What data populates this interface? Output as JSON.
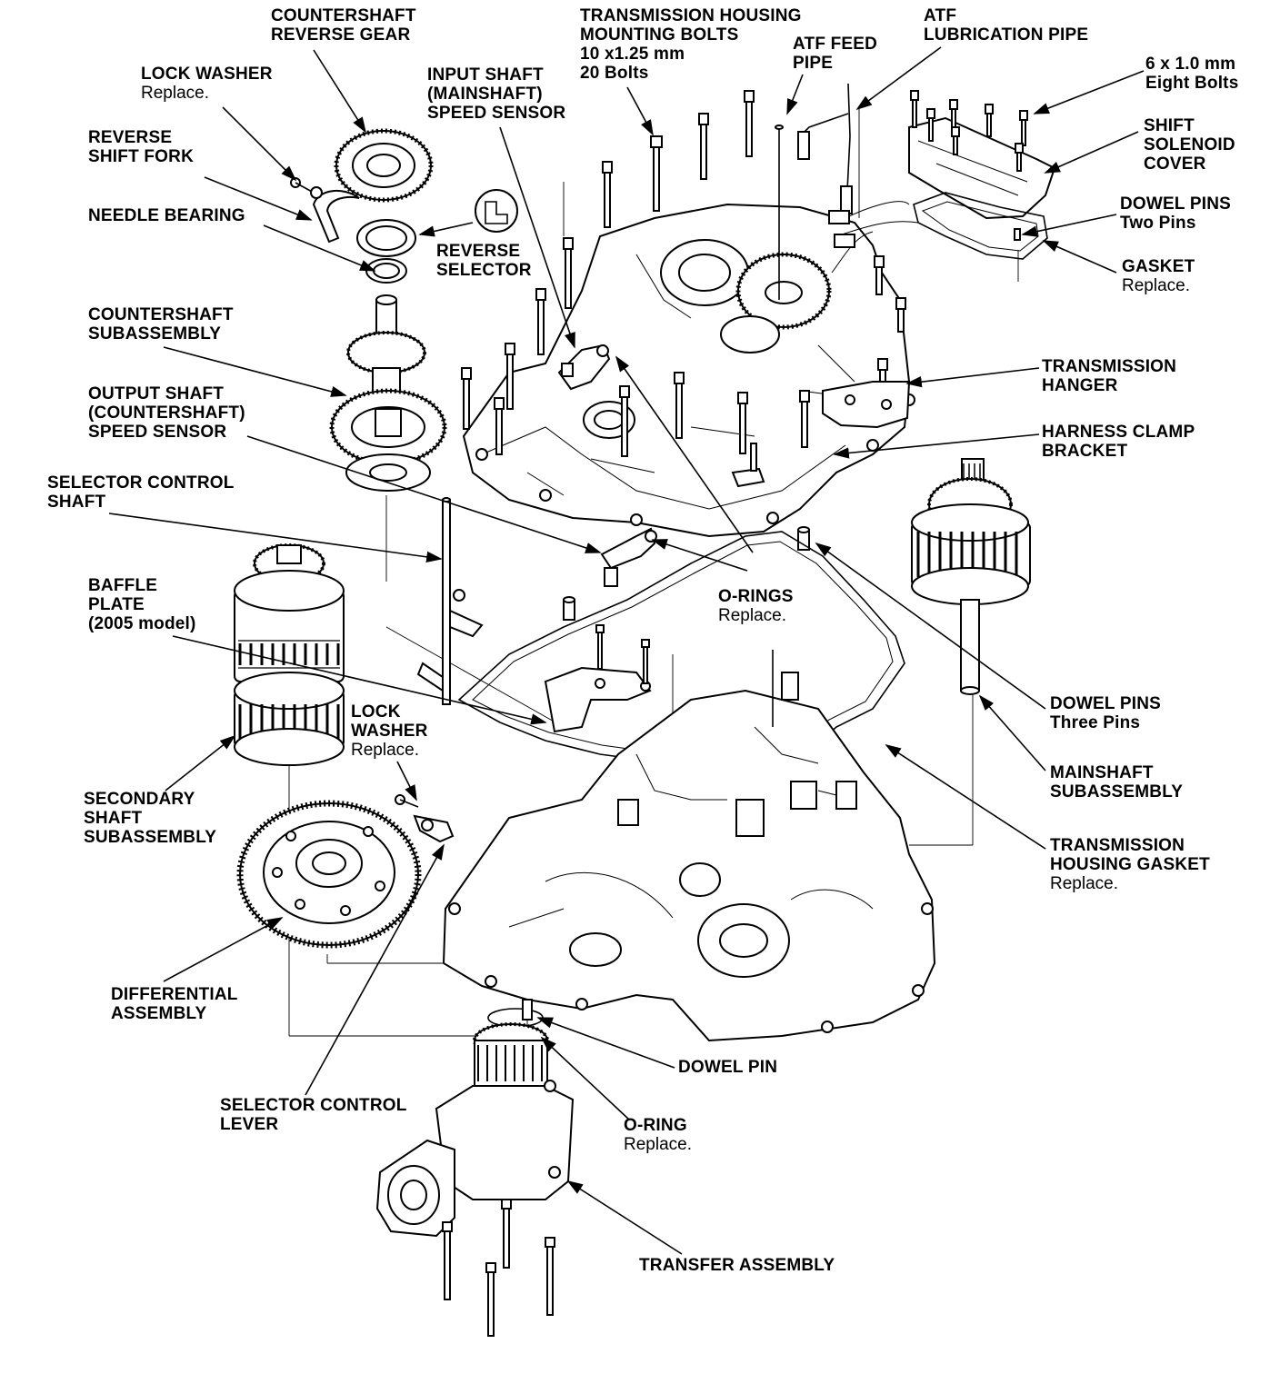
{
  "labels": {
    "countershaft_reverse_gear": [
      "COUNTERSHAFT",
      "REVERSE GEAR"
    ],
    "lock_washer_top": [
      "LOCK WASHER"
    ],
    "lock_washer_top_note": "Replace.",
    "reverse_shift_fork": [
      "REVERSE",
      "SHIFT FORK"
    ],
    "needle_bearing": [
      "NEEDLE BEARING"
    ],
    "reverse_selector": [
      "REVERSE",
      "SELECTOR"
    ],
    "countershaft_subassembly": [
      "COUNTERSHAFT",
      "SUBASSEMBLY"
    ],
    "output_shaft_speed_sensor": [
      "OUTPUT SHAFT",
      "(COUNTERSHAFT)",
      "SPEED SENSOR"
    ],
    "selector_control_shaft": [
      "SELECTOR CONTROL",
      "SHAFT"
    ],
    "baffle_plate": [
      "BAFFLE",
      "PLATE",
      "(2005 model)"
    ],
    "lock_washer_mid": [
      "LOCK",
      "WASHER"
    ],
    "lock_washer_mid_note": "Replace.",
    "secondary_shaft_subassembly": [
      "SECONDARY",
      "SHAFT",
      "SUBASSEMBLY"
    ],
    "differential_assembly": [
      "DIFFERENTIAL",
      "ASSEMBLY"
    ],
    "selector_control_lever": [
      "SELECTOR CONTROL",
      "LEVER"
    ],
    "transmission_housing_bolts": [
      "TRANSMISSION HOUSING",
      "MOUNTING BOLTS",
      "10 x1.25 mm",
      "20 Bolts"
    ],
    "input_shaft_speed_sensor": [
      "INPUT SHAFT",
      "(MAINSHAFT)",
      "SPEED SENSOR"
    ],
    "atf_feed_pipe": [
      "ATF FEED",
      "PIPE"
    ],
    "atf_lubrication_pipe": [
      "ATF",
      "LUBRICATION PIPE"
    ],
    "bolts_6x1": [
      "6 x 1.0 mm",
      "Eight Bolts"
    ],
    "shift_solenoid_cover": [
      "SHIFT",
      "SOLENOID",
      "COVER"
    ],
    "dowel_pins_two": [
      "DOWEL PINS",
      "Two Pins"
    ],
    "gasket": [
      "GASKET"
    ],
    "gasket_note": "Replace.",
    "transmission_hanger": [
      "TRANSMISSION",
      "HANGER"
    ],
    "harness_clamp_bracket": [
      "HARNESS CLAMP",
      "BRACKET"
    ],
    "o_rings": [
      "O-RINGS"
    ],
    "o_rings_note": "Replace.",
    "dowel_pins_three": [
      "DOWEL PINS",
      "Three Pins"
    ],
    "mainshaft_subassembly": [
      "MAINSHAFT",
      "SUBASSEMBLY"
    ],
    "transmission_housing_gasket": [
      "TRANSMISSION",
      "HOUSING GASKET"
    ],
    "transmission_housing_gasket_note": "Replace.",
    "dowel_pin": [
      "DOWEL PIN"
    ],
    "o_ring": [
      "O-RING"
    ],
    "o_ring_note": "Replace.",
    "transfer_assembly": [
      "TRANSFER ASSEMBLY"
    ]
  },
  "colors": {
    "ink": "#000000",
    "paper": "#ffffff"
  }
}
